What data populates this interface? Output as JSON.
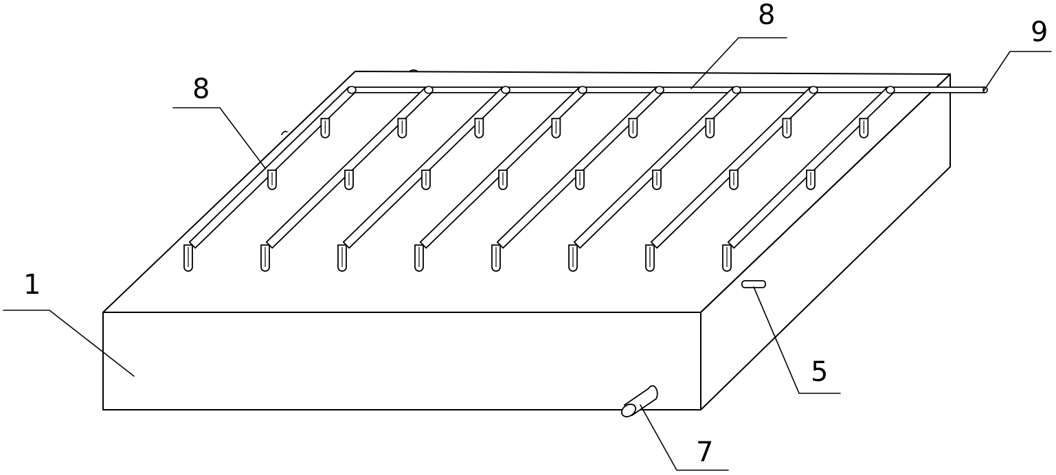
{
  "labels": {
    "tank": "1",
    "outlet_pipe": "7",
    "side_port": "5",
    "branch_pipe": "8",
    "main_pipe": "8",
    "inlet": "9"
  },
  "grid": {
    "branch_count": 8,
    "nozzles_per_branch": 3
  },
  "colors": {
    "stroke": "#000000",
    "background": "#ffffff"
  }
}
